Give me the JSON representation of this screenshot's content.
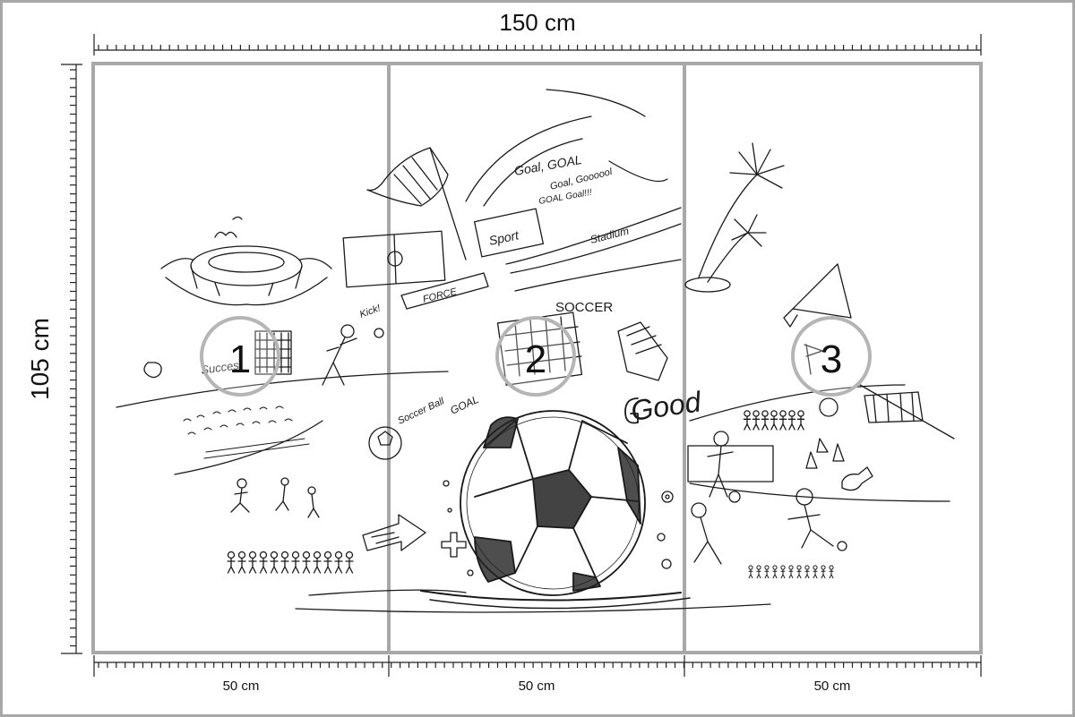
{
  "dimensions": {
    "width_label": "150 cm",
    "height_label": "105 cm",
    "panel_widths": [
      "50 cm",
      "50 cm",
      "50 cm"
    ]
  },
  "panels": [
    {
      "number": "1"
    },
    {
      "number": "2"
    },
    {
      "number": "3"
    }
  ],
  "artwork": {
    "texts": [
      "FORCE",
      "Sport",
      "Stadium",
      "SOCCER",
      "Kick!",
      "Soccer Ball",
      "GOAL",
      "Goal, GOAL",
      "Goal, Goooool",
      "GOAL Goal!!!",
      "Good",
      "Succes"
    ]
  },
  "colors": {
    "frame": "#a8a8a8",
    "ink": "#111111",
    "background": "#ffffff"
  }
}
